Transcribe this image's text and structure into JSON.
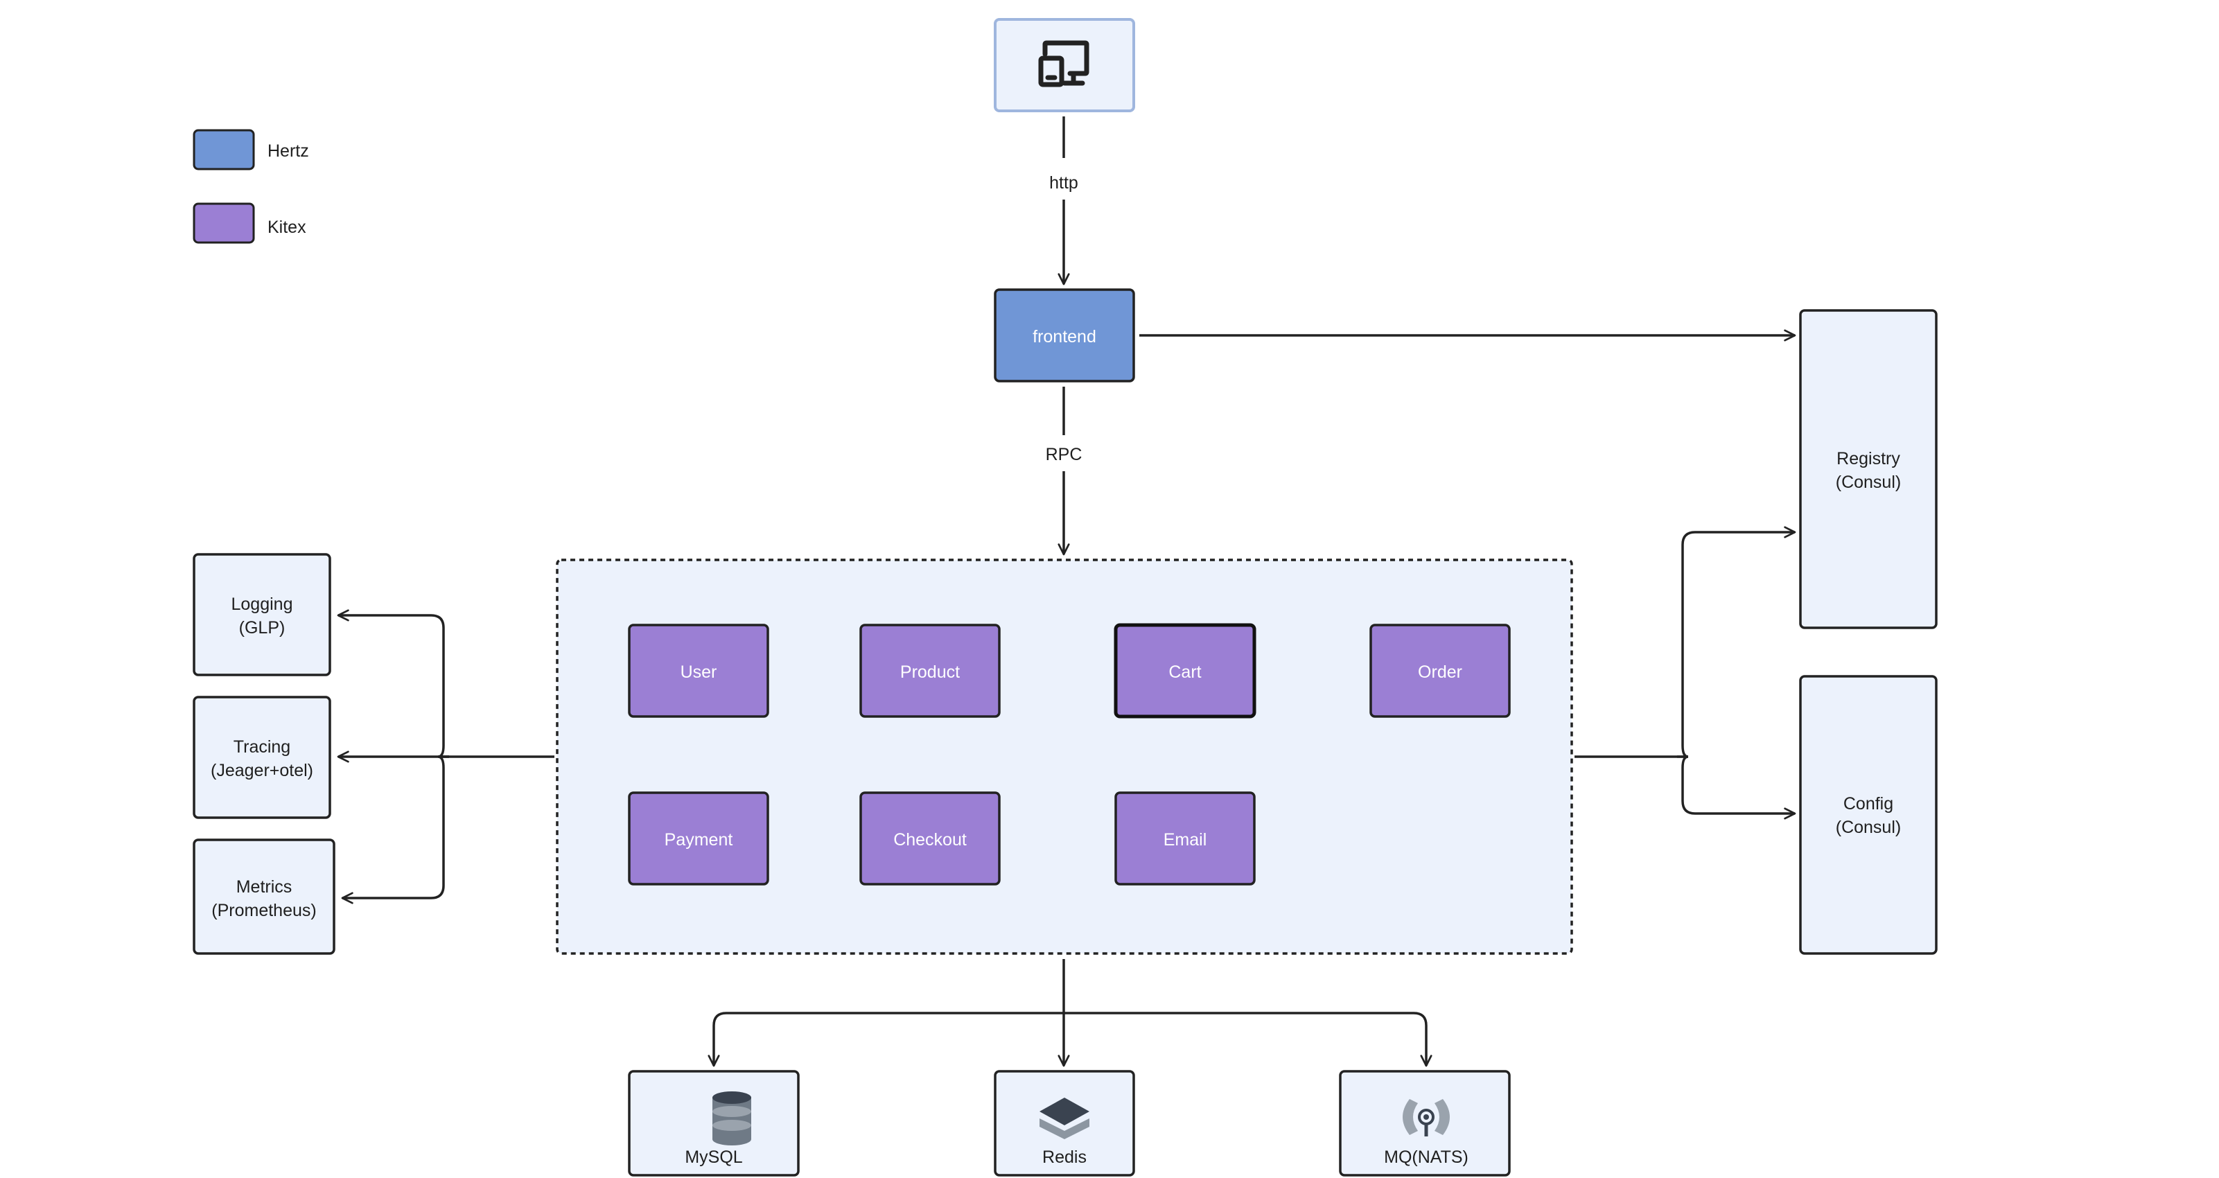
{
  "colors": {
    "hertz": "#7096D6",
    "kitex": "#9B7FD4",
    "panel": "#ECF2FC",
    "client": "#ECF2FC",
    "client_border": "#9FB6DE",
    "stroke": "#222222",
    "text_light": "#FFFFFF",
    "text_dark": "#1F1F1F"
  },
  "legend": [
    {
      "label": "Hertz",
      "color_key": "hertz"
    },
    {
      "label": "Kitex",
      "color_key": "kitex"
    }
  ],
  "client": {
    "icon": "devices-icon"
  },
  "edges": {
    "http": "http",
    "rpc": "RPC"
  },
  "frontend": {
    "label": "frontend"
  },
  "services": [
    {
      "label": "User"
    },
    {
      "label": "Product"
    },
    {
      "label": "Cart"
    },
    {
      "label": "Order"
    },
    {
      "label": "Payment"
    },
    {
      "label": "Checkout"
    },
    {
      "label": "Email"
    }
  ],
  "observability": [
    {
      "line1": "Logging",
      "line2": "(GLP)"
    },
    {
      "line1": "Tracing",
      "line2": "(Jeager+otel)"
    },
    {
      "line1": "Metrics",
      "line2": "(Prometheus)"
    }
  ],
  "registry": {
    "line1": "Registry",
    "line2": "(Consul)"
  },
  "config": {
    "line1": "Config",
    "line2": "(Consul)"
  },
  "storage": [
    {
      "label": "MySQL",
      "icon": "database-icon"
    },
    {
      "label": "Redis",
      "icon": "stack-layers-icon"
    },
    {
      "label": "MQ(NATS)",
      "icon": "broadcast-icon"
    }
  ]
}
